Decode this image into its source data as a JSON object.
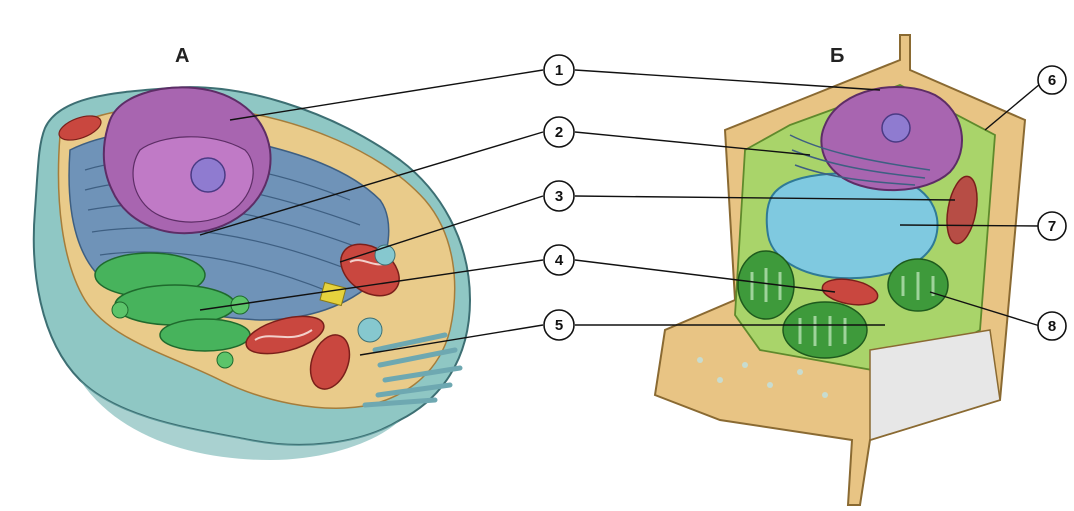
{
  "titles": {
    "animal": "А",
    "plant": "Б"
  },
  "labels": [
    "1",
    "2",
    "3",
    "4",
    "5",
    "6",
    "7",
    "8"
  ],
  "colors": {
    "nucleus": "#a865b0",
    "nucleolus": "#8f7bd0",
    "er": "#6f93b8",
    "golgi": "#47b35c",
    "mitochondria": "#c9473f",
    "cytoplasm_animal": "#e9cb8a",
    "membrane_animal": "#8fc7c4",
    "cell_wall": "#e8c484",
    "cytoplasm_plant": "#a9d46a",
    "vacuole": "#7fc9e0",
    "chloroplast": "#3e9a3b"
  }
}
